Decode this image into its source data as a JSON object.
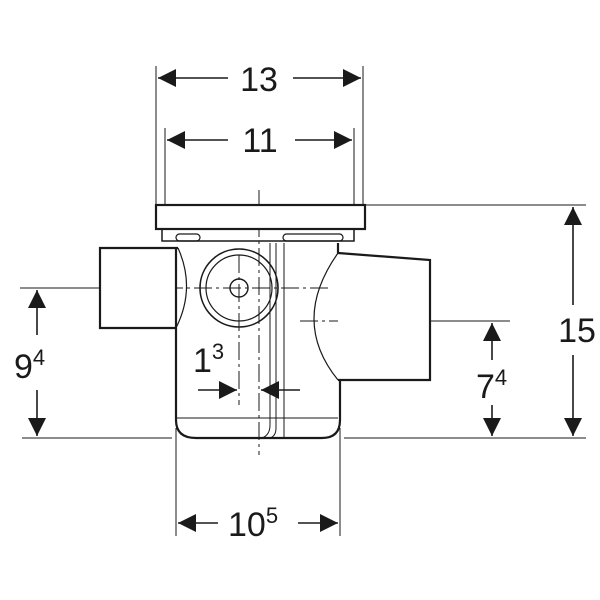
{
  "dimensions": {
    "overall_width": {
      "main": "13"
    },
    "inner_width": {
      "main": "11"
    },
    "overall_height": {
      "main": "15"
    },
    "left_outlet_height": {
      "main": "9",
      "sup": "4"
    },
    "right_outlet_height": {
      "main": "7",
      "sup": "4"
    },
    "axis_offset": {
      "main": "1",
      "sup": "3"
    },
    "body_width": {
      "main": "10",
      "sup": "5"
    }
  },
  "colors": {
    "line": "#1a1a1a",
    "background": "#ffffff"
  }
}
